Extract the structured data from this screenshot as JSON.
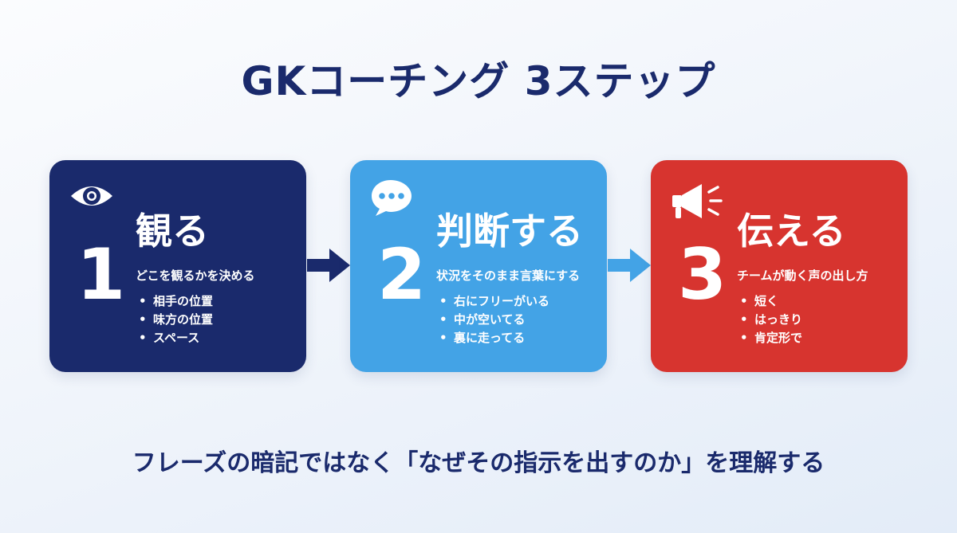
{
  "title": "GKコーチング 3ステップ",
  "steps": [
    {
      "number": "1",
      "heading": "観る",
      "subtitle": "どこを観るかを決める",
      "items": [
        "相手の位置",
        "味方の位置",
        "スペース"
      ],
      "icon": "eye-icon",
      "color": "#1a2a6c"
    },
    {
      "number": "2",
      "heading": "判断する",
      "subtitle": "状況をそのまま言葉にする",
      "items": [
        "右にフリーがいる",
        "中が空いてる",
        "裏に走ってる"
      ],
      "icon": "speech-bubble-icon",
      "color": "#43a3e6"
    },
    {
      "number": "3",
      "heading": "伝える",
      "subtitle": "チームが動く声の出し方",
      "items": [
        "短く",
        "はっきり",
        "肯定形で"
      ],
      "icon": "megaphone-icon",
      "color": "#d7342f"
    }
  ],
  "footer": "フレーズの暗記ではなく「なぜその指示を出すのか」を理解する",
  "colors": {
    "navy": "#1a2a6c",
    "sky": "#43a3e6",
    "red": "#d7342f"
  }
}
